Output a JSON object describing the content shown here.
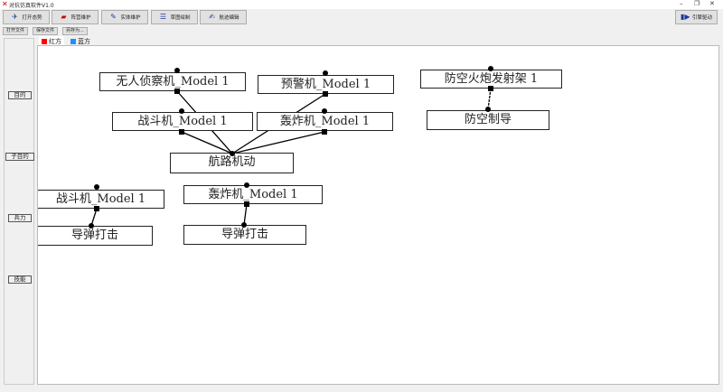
{
  "window": {
    "title": "对抗仿真软件V1.0",
    "minimize": "–",
    "restore": "❐",
    "close": "✕"
  },
  "toolbar": [
    {
      "label": "打开态势",
      "icon": "map-icon"
    },
    {
      "label": "阵营维护",
      "icon": "camp-icon"
    },
    {
      "label": "实体维护",
      "icon": "entity-icon"
    },
    {
      "label": "草图绘制",
      "icon": "sketch-icon"
    },
    {
      "label": "航迹编辑",
      "icon": "track-icon"
    }
  ],
  "engine_button": "引擎驱动",
  "file_buttons": [
    "打开文件",
    "保存文件",
    "另存为..."
  ],
  "sidebar": [
    "目的",
    "子目的",
    "兵力",
    "技能"
  ],
  "tabs": [
    {
      "label": "红方",
      "color": "#ff0000"
    },
    {
      "label": "蓝方",
      "color": "#1e90ff"
    }
  ],
  "nodes": {
    "n1": "无人侦察机_Model 1",
    "n2": "预警机_Model 1",
    "n3": "战斗机_Model 1",
    "n4": "轰炸机_Model 1",
    "n5": "航路机动",
    "n6": "防空火炮发射架 1",
    "n7": "防空制导",
    "n8": "战斗机_Model 1",
    "n9": "导弹打击",
    "n10": "轰炸机_Model 1",
    "n11": "导弹打击"
  }
}
